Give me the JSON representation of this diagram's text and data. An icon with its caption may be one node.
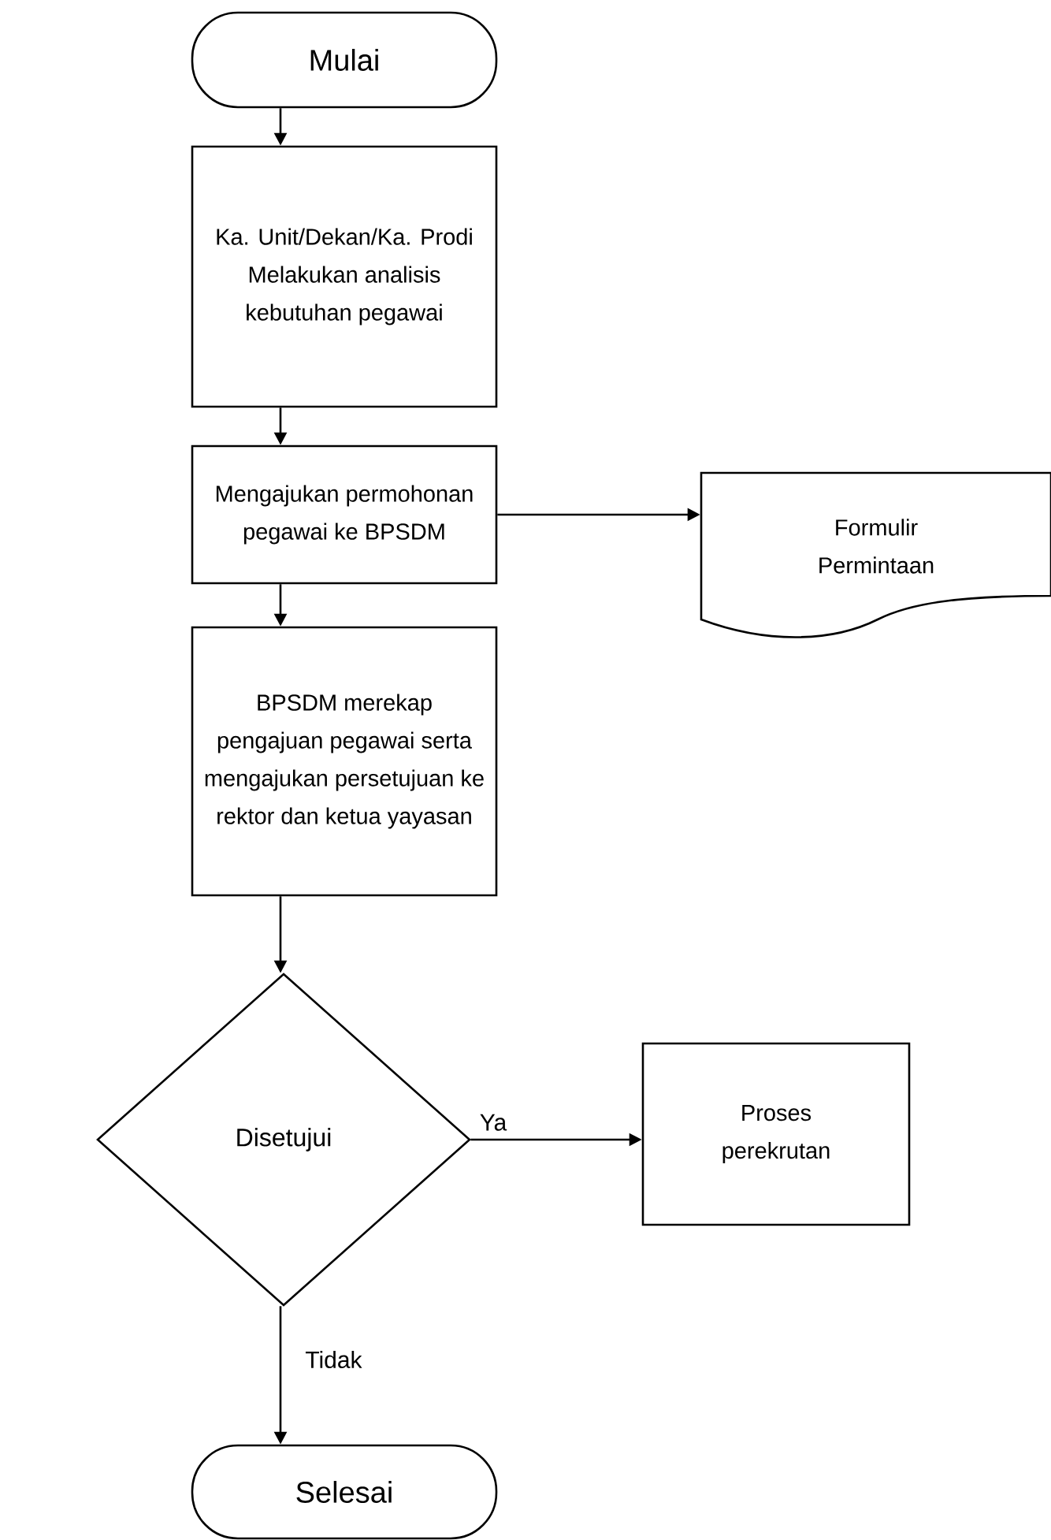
{
  "diagram": {
    "nodes": [
      {
        "text": [
          "Mulai"
        ]
      },
      {
        "text": [
          "Ka. Unit/Dekan/Ka. Prodi Melakukan analisis kebutuhan pegawai"
        ]
      },
      {
        "text": [
          "Mengajukan permohonan pegawai ke BPSDM"
        ]
      },
      {
        "text": [
          "Formulir Permintaan"
        ]
      },
      {
        "text": [
          "BPSDM merekap pengajuan pegawai serta mengajukan persetujuan ke rektor dan ketua yayasan"
        ]
      },
      {
        "text": [
          "Disetujui"
        ]
      },
      {
        "text": [
          "Proses perekrutan"
        ]
      },
      {
        "text": [
          "Selesai"
        ]
      }
    ],
    "edges": [
      {
        "from": 0,
        "to": 1,
        "arrow": "to"
      },
      {
        "from": 1,
        "to": 2,
        "arrow": "to"
      },
      {
        "from": 2,
        "to": 3,
        "arrow": "to"
      },
      {
        "from": 2,
        "to": 4,
        "arrow": "to"
      },
      {
        "from": 4,
        "to": 5,
        "arrow": "to"
      },
      {
        "from": 5,
        "to": 6,
        "arrow": "to",
        "label": "Ya"
      },
      {
        "from": 5,
        "to": 7,
        "arrow": "to",
        "label": "Tidak"
      }
    ]
  }
}
